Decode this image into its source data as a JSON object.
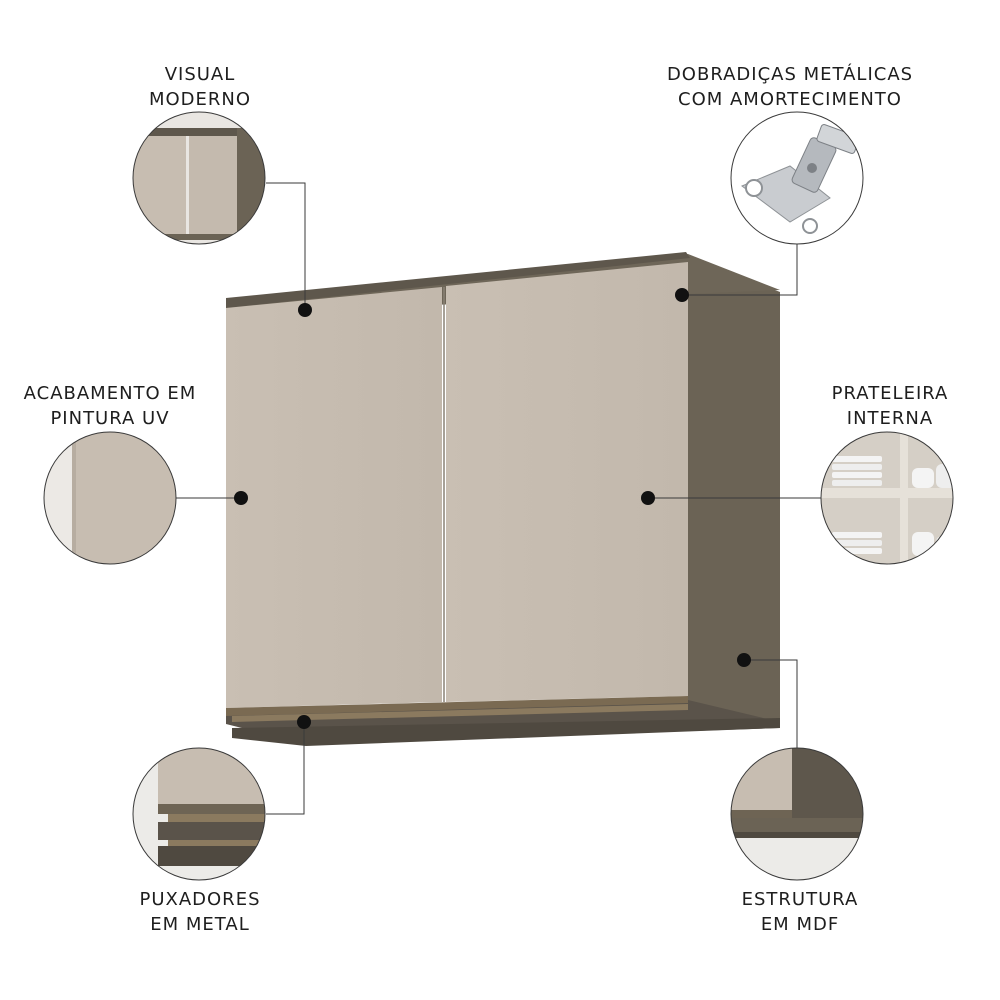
{
  "colors": {
    "door": "#c7bdb1",
    "door_shade": "#bfb5a9",
    "body": "#6b6355",
    "body_dark": "#57504a",
    "handle": "#7a6a52",
    "line": "#3a3a3a",
    "dot": "#111111",
    "text": "#1e1e1e"
  },
  "callouts": {
    "visual": {
      "line1": "VISUAL",
      "line2": "MODERNO"
    },
    "dobradicas": {
      "line1": "DOBRADIÇAS METÁLICAS",
      "line2": "COM AMORTECIMENTO"
    },
    "acabamento": {
      "line1": "ACABAMENTO EM",
      "line2": "PINTURA UV"
    },
    "prateleira": {
      "line1": "PRATELEIRA",
      "line2": "INTERNA"
    },
    "puxadores": {
      "line1": "PUXADORES",
      "line2": "EM METAL"
    },
    "estrutura": {
      "line1": "ESTRUTURA",
      "line2": "EM MDF"
    }
  },
  "icons": {
    "hinge": "hinge-icon",
    "shelf": "shelf-with-dishes-icon"
  }
}
